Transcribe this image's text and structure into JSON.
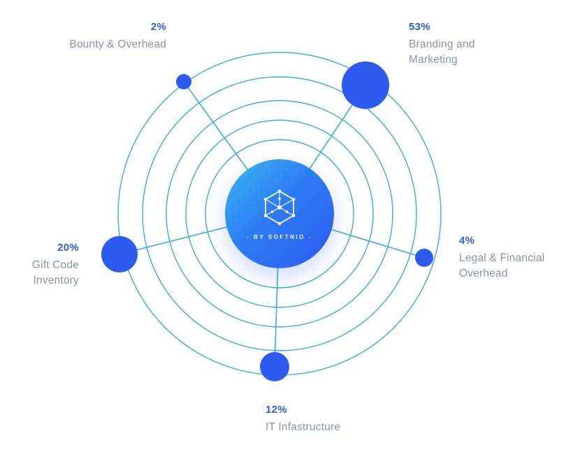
{
  "chart_data": {
    "type": "pie",
    "variant": "orbital-distribution-diagram",
    "legend_position": "around",
    "segments": [
      {
        "percent": "2%",
        "value": 2,
        "label": "Bounty & Overhead"
      },
      {
        "percent": "53%",
        "value": 53,
        "label": "Branding and\nMarketing"
      },
      {
        "percent": "4%",
        "value": 4,
        "label": "Legal & Financial\nOverhead"
      },
      {
        "percent": "12%",
        "value": 12,
        "label": "IT Infastructure"
      },
      {
        "percent": "20%",
        "value": 20,
        "label": "Gift Code\nInventory"
      }
    ]
  },
  "center": {
    "caption": "- BY SOFTNIO -",
    "icon": "hexagon-network-icon"
  },
  "colors": {
    "percent_blue": "#2b5bf4",
    "label_gray": "#8a93a9",
    "ring_cyan": "#38abe6",
    "dot_blue": "#2d5bf0",
    "center_gradient_start": "#3ab9f1",
    "center_gradient_end": "#2b59f1"
  }
}
